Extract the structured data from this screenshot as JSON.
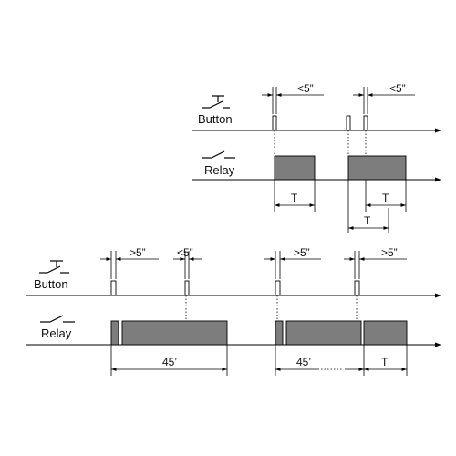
{
  "top": {
    "button_label": "Button",
    "relay_label": "Relay",
    "dim_press_1": "<5”",
    "dim_press_2": "<5”",
    "dim_T1": "T",
    "dim_T2": "T",
    "dim_T3": "T"
  },
  "bottom": {
    "button_label": "Button",
    "relay_label": "Relay",
    "dim_long_1": ">5”",
    "dim_short_1": "<5”",
    "dim_long_2": ">5”",
    "dim_long_3": ">5”",
    "dim_45_1": "45’",
    "dim_45_2": "45’",
    "dim_T": "T"
  },
  "icons": {
    "button_symbol": "push-button-icon",
    "relay_symbol": "relay-contact-icon"
  }
}
